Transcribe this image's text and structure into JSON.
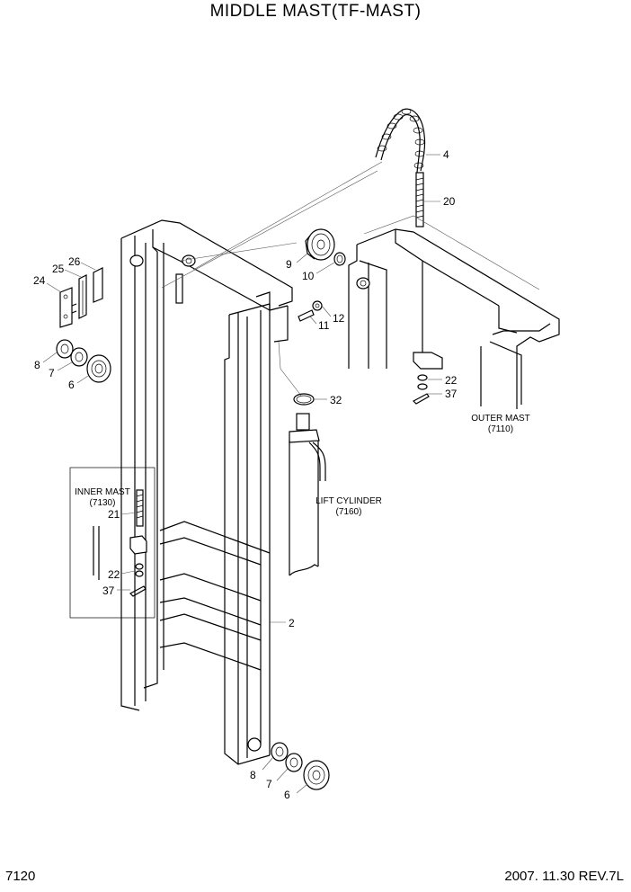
{
  "title": "MIDDLE MAST(TF-MAST)",
  "page_code": "7120",
  "revision": "2007. 11.30  REV.7L",
  "callouts": {
    "c4": "4",
    "c20": "20",
    "c9": "9",
    "c10": "10",
    "c26": "26",
    "c25": "25",
    "c24": "24",
    "c12": "12",
    "c11": "11",
    "c8a": "8",
    "c7a": "7",
    "c6a": "6",
    "c22a": "22",
    "c37a": "37",
    "c32": "32",
    "c21": "21",
    "c22b": "22",
    "c37b": "37",
    "c2": "2",
    "c8b": "8",
    "c7b": "7",
    "c6b": "6"
  },
  "captions": {
    "outer_mast_1": "OUTER MAST",
    "outer_mast_2": "(7110)",
    "lift_cyl_1": "LIFT CYLINDER",
    "lift_cyl_2": "(7160)",
    "inner_mast_1": "INNER MAST",
    "inner_mast_2": "(7130)"
  }
}
